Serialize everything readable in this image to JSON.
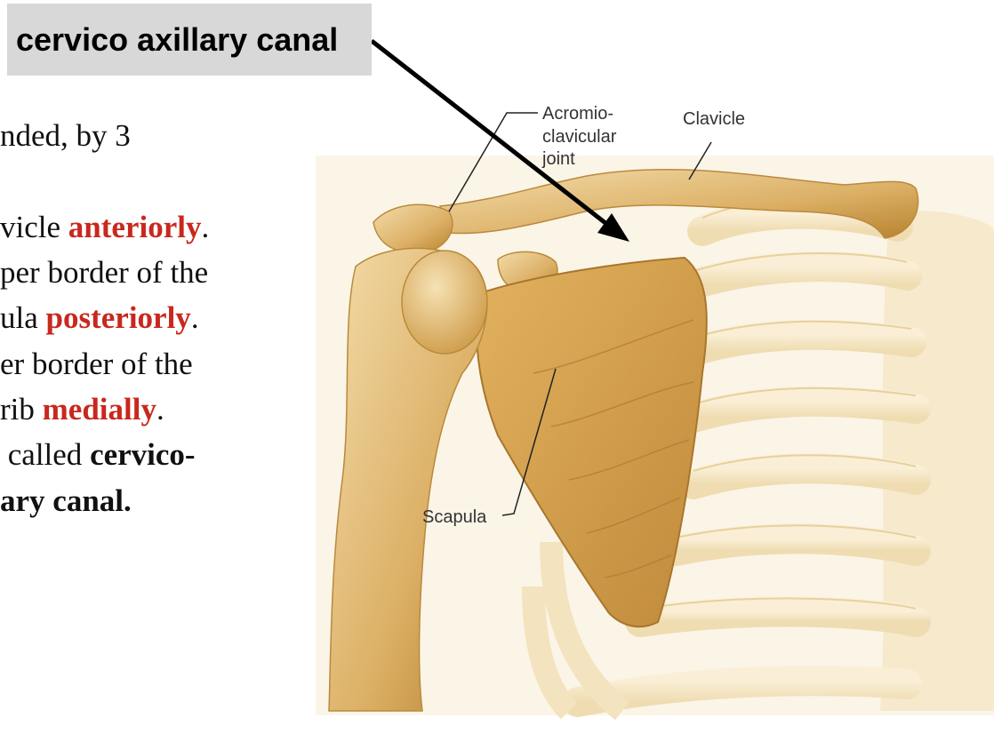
{
  "callout": {
    "title": "cervico axillary canal"
  },
  "text_lines": [
    {
      "plain": "nded, by 3",
      "emph": "",
      "after": ""
    },
    {
      "plain": "vicle ",
      "emph": "anteriorly",
      "after": "."
    },
    {
      "plain": "per border of the",
      "emph": "",
      "after": ""
    },
    {
      "plain": "ula ",
      "emph": "posteriorly",
      "after": "."
    },
    {
      "plain": "er border of the",
      "emph": "",
      "after": ""
    },
    {
      "plain": "rib ",
      "emph": "medially",
      "after": "."
    },
    {
      "plain": " called ",
      "bold": "cervico-"
    },
    {
      "bold": "ary canal."
    }
  ],
  "labels": {
    "acromio_1": "Acromio-",
    "acromio_2": "clavicular",
    "acromio_3": "joint",
    "clavicle": "Clavicle",
    "scapula": "Scapula"
  },
  "colors": {
    "emphasis": "#c8281e",
    "bone": "#e6c27a",
    "bone_dark": "#c99440",
    "callout_bg": "#d8d8d8"
  }
}
